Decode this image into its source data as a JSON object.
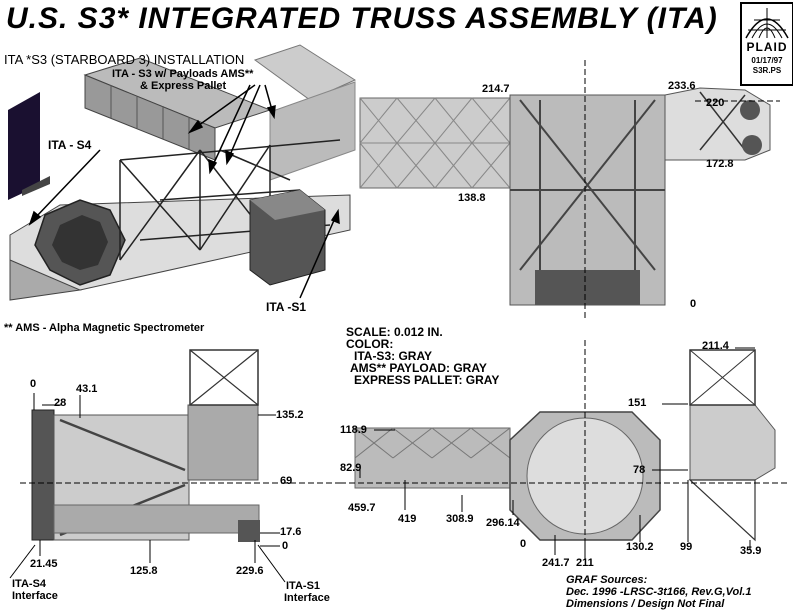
{
  "title": "U.S. S3* INTEGRATED TRUSS ASSEMBLY (ITA)",
  "logo": {
    "name": "PLAID",
    "date": "01/17/97",
    "file": "S3R.PS"
  },
  "perspective": {
    "heading": "ITA *S3 (STARBOARD 3) INSTALLATION",
    "callout_payloads_1": "ITA - S3 w/ Payloads AMS**",
    "callout_payloads_2": "& Express Pallet",
    "callout_s4": "ITA - S4",
    "callout_s1": "ITA -S1",
    "footnote": "** AMS - Alpha Magnetic Spectrometer"
  },
  "legend": {
    "scale": "SCALE: 0.012 IN.",
    "color": "COLOR:",
    "s3": "ITA-S3: GRAY",
    "ams": "AMS** PAYLOAD: GRAY",
    "pallet": "EXPRESS PALLET: GRAY"
  },
  "top_view_dims": {
    "d214_7": "214.7",
    "d233_6": "233.6",
    "d220": "220",
    "d172_8": "172.8",
    "d138_8": "138.8",
    "d0": "0"
  },
  "side_view_dims": {
    "d0": "0",
    "d28": "28",
    "d43_1": "43.1",
    "d135_2": "135.2",
    "d69": "69",
    "d17_6": "17.6",
    "d0b": "0",
    "d21_45": "21.45",
    "d125_8": "125.8",
    "d229_6": "229.6",
    "s4_interface_1": "ITA-S4",
    "s4_interface_2": "Interface",
    "s1_interface_1": "ITA-S1",
    "s1_interface_2": "Interface"
  },
  "front_view_dims": {
    "d118_9": "118.9",
    "d82_9": "82.9",
    "d459_7": "459.7",
    "d419": "419",
    "d308_9": "308.9",
    "d296_14": "296.14",
    "d0": "0",
    "d241_7": "241.7",
    "d211": "211",
    "d130_2": "130.2",
    "d99": "99",
    "d35_9": "35.9",
    "d78": "78",
    "d151": "151",
    "d211_4": "211.4"
  },
  "sources": {
    "line1": "GRAF Sources:",
    "line2": "Dec. 1996 -LRSC-3t166, Rev.G,Vol.1",
    "line3": "Dimensions / Design Not Final"
  }
}
